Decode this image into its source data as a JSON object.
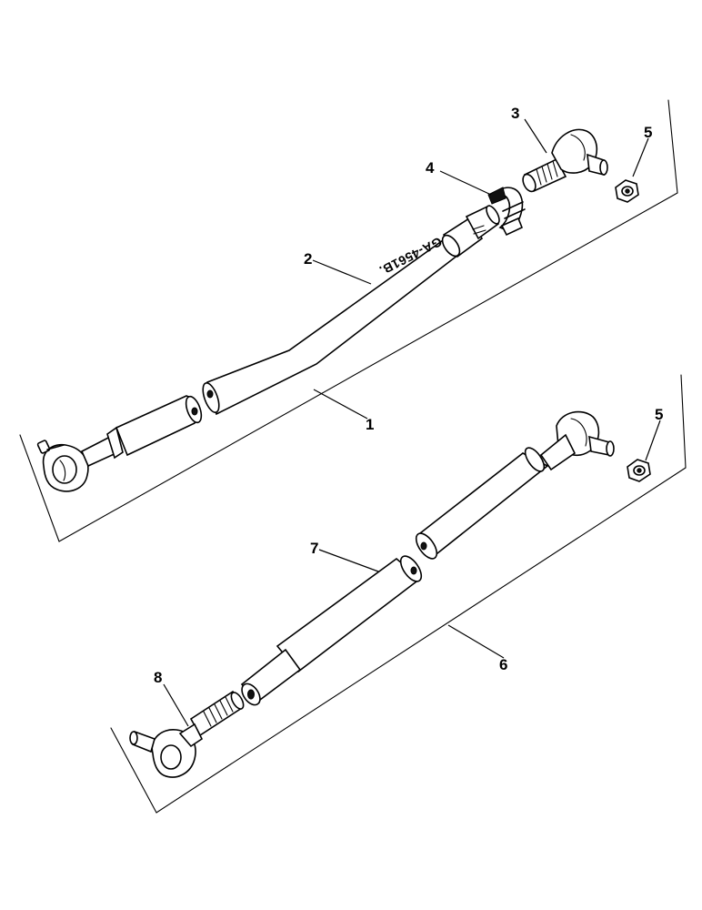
{
  "drawing": {
    "reference_code": "GA-4561B."
  },
  "callouts": {
    "c1": "1",
    "c2": "2",
    "c3": "3",
    "c4": "4",
    "c5_top": "5",
    "c5_bottom": "5",
    "c6": "6",
    "c7": "7",
    "c8": "8"
  }
}
